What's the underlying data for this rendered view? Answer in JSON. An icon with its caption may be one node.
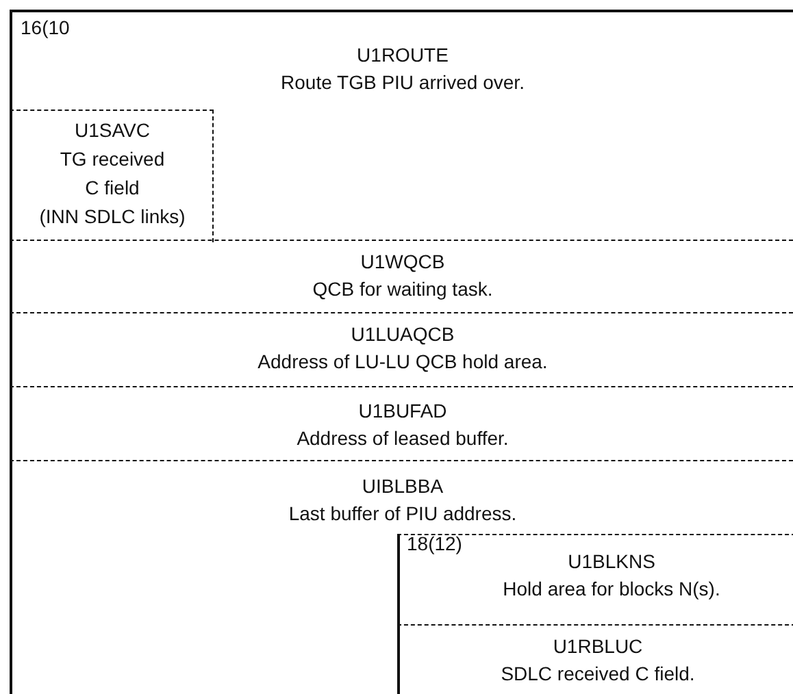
{
  "diagram": {
    "nodes": [
      {
        "text": [
          "U1ROUTE",
          "Route TGB PIU arrived over."
        ]
      },
      {
        "text": [
          "U1SAVC",
          "TG received C field",
          "(INN SDLC links)"
        ],
        "in": 0
      },
      {
        "text": [
          "U1WQCB",
          "QCB for waiting task."
        ]
      },
      {
        "text": [
          "U1LUAQCB",
          "Address of LU-LU QCB hold area."
        ]
      },
      {
        "text": [
          "U1BUFAD",
          "Address of leased buffer."
        ]
      },
      {
        "text": [
          "UIBLBBA",
          "Last buffer of PIU address."
        ]
      },
      {
        "text": [
          "U1BLKNS",
          "Hold area for blocks N(s)."
        ],
        "in": 5
      },
      {
        "text": [
          "U1RBLUC",
          "SDLC received C field."
        ],
        "in": 5
      }
    ],
    "labels": [
      "16(10",
      "18(12)"
    ]
  }
}
